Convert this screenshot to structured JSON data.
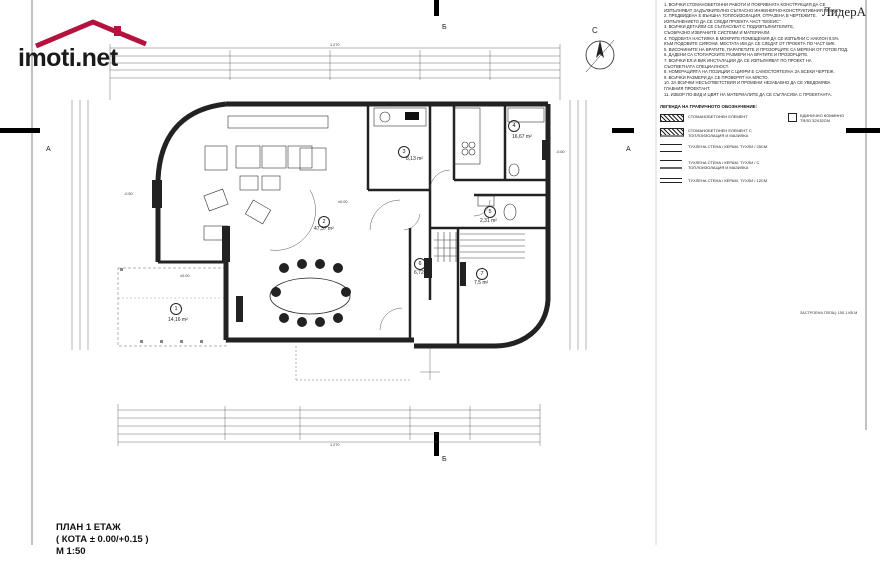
{
  "logo": {
    "text": "imoti.net"
  },
  "watermark": "ЛидерА",
  "notes": [
    "1. ВСИЧКИ СТОМАНОБЕТОННИ РАБОТИ И ПОКРИВНАТА КОНСТРУКЦИЯ ДА СЕ",
    "ИЗПЪЛНЯВАТ ЗАДЪЛЖИТЕЛНО СЪГЛАСНО ИНЖЕНЕРНО-КОНСТРУКТИВНИЯ ПРОЕКТ.",
    "2. ПРЕДВИДЕНА Е ВЪНШНА ТОПЛОИЗОЛАЦИЯ, ОТРАЗЕНА В ЧЕРТЕЖИТЕ.",
    "ИЗПЪЛНЕНИЕТО ДА СЕ СЛЕДИ ПРОЕКТА ЧАСТ \"ЕЕ/ЕИС\".",
    "3. ВСИЧКИ ДЕТАЙЛИ СЕ СЪГЛАСУВАТ С ПОДИЗПЪЛНИТЕЛИТЕ,",
    "СЪОБРАЗНО ИЗБРАНИТЕ СИСТЕМИ И МАТЕРИАЛИ.",
    "4. ПОДОВАТА НАСТИЛКА В МОКРИТЕ ПОМЕЩЕНИЯ ДА СЕ ИЗПЪЛНИ С НАКЛОН 0.5%",
    "КЪМ ПОДОВИТЕ СИФОНИ. МЕСТАТА ИМ ДА СЕ СЛЕДАТ ОТ ПРОЕКТА ПО ЧАСТ ВИК.",
    "5. ВИСОЧИНИТЕ НА ВРАТИТЕ, ПАРАПЕТИТЕ И ПРОЗОРЦИТЕ СА МЕРЕНИ ОТ ГОТОВ ПОД.",
    "6. ДАДЕНИ СА СТОПАРСКИТЕ РАЗМЕРИ НА ВРАТИТЕ И ПРОЗОРЦИТЕ.",
    "7. ВСИЧКИ ЕЛ.И ВИК ИНСТАЛАЦИИ ДА СЕ ИЗПЪЛНЯВАТ ПО ПРОЕКТ НА",
    "СЪОТВЕТНАТА СПЕЦИАЛНОСТ.",
    "8. НОМЕРАЦИЯТА НА ПОЗИЦИИ С ЦИФРИ Е САМОСТОЯТЕЛНА ЗА ВСЕКИ ЧЕРТЕЖ.",
    "9. ВСИЧКИ РАЗМЕРИ ДА СЕ ПРОВЕРЯТ НА МЯСТО.",
    "10. ЗА ВСИЧКИ НЕСЪОТВЕТСТВИЯ И ПРОМЕНИ НЕЗАБАВНО ДА СЕ УВЕДОМЯВА",
    "ГЛАВНИЯ ПРОЕКТАНТ.",
    "11. ИЗБОР ПО ВИД И ЦВЯТ НА МАТЕРИАЛИТЕ ДА СЕ СЪГЛАСУВА С ПРОЕКТАНТА."
  ],
  "legend": {
    "title": "ЛЕГЕНДА НА ГРАФИЧНОТО ОБОЗНАЧЕНИЕ:",
    "items": [
      "СТОМАНОБЕТОНЕН ЕЛЕМЕНТ",
      "СТОМАНОБЕТОНЕН ЕЛЕМЕНТ С ТОПЛОИЗОЛАЦИЯ И МАЗИЛКА",
      "ТУХЛЕНА СТЕНА / КЕРАМ. ТУХЛИ / 25СМ",
      "ТУХЛЕНА СТЕНА / КЕРАМ. ТУХЛИ / С ТОПЛОИЗОЛАЦИЯ И МАЗИЛКА",
      "ТУХЛЕНА СТЕНА / КЕРАМ. ТУХЛИ / 12СМ"
    ],
    "chimney": "ЕДИНИЧНО КОМИННО ТЯЛО 32Х32СМ"
  },
  "compass_letter": "С",
  "section_marks": {
    "a": "А",
    "b": "Б"
  },
  "rooms": [
    {
      "num": "1",
      "area": "14,16 m²"
    },
    {
      "num": "2",
      "area": "47,37 m²"
    },
    {
      "num": "3",
      "area": "8,13 m²"
    },
    {
      "num": "4",
      "area": "16,67 m²"
    },
    {
      "num": "5",
      "area": "2,31 m²"
    },
    {
      "num": "6",
      "area": "6,72 m²"
    },
    {
      "num": "7",
      "area": "7,5 m²"
    }
  ],
  "levels": [
    "±0.00",
    "-0.15",
    "-0.50",
    "-0.60"
  ],
  "top_dims_total": "1 270",
  "bottom_dims_total": "1 270",
  "scale_note": "ЗАСТРОЕНА ПЛОЩ: 150.1 КВ.М",
  "title": {
    "line1": "ПЛАН 1 ЕТАЖ",
    "line2": "( КОТА ± 0.00/+0.15 )",
    "line3": "М 1:50"
  }
}
